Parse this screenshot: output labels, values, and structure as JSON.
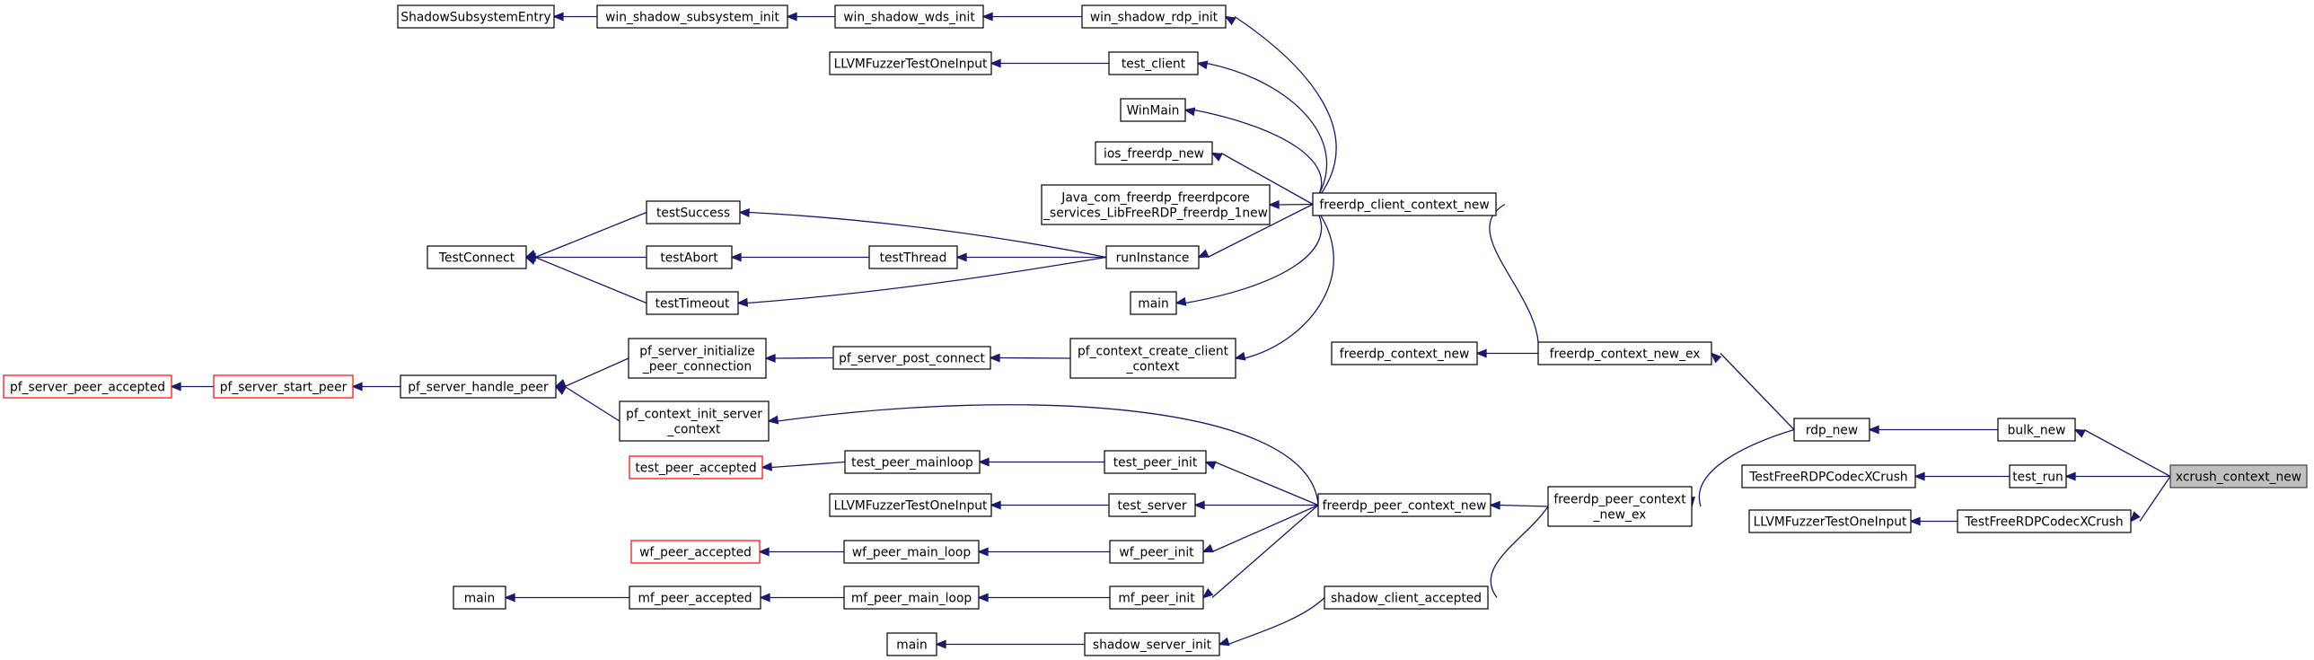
{
  "colors": {
    "edge": "#191970",
    "node_border": "#000000",
    "node_border_truncated": "#ff0000",
    "root_fill": "#bfbfbf",
    "root_border": "#404040",
    "background": "#ffffff"
  },
  "nodes": [
    {
      "id": "xcrush_context_new",
      "lines": [
        "xcrush_context_new"
      ],
      "style": "root"
    },
    {
      "id": "bulk_new",
      "lines": [
        "bulk_new"
      ],
      "style": "normal"
    },
    {
      "id": "test_run",
      "lines": [
        "test_run"
      ],
      "style": "normal"
    },
    {
      "id": "TestFreeRDPCodecXCrush_a",
      "lines": [
        "TestFreeRDPCodecXCrush"
      ],
      "style": "normal"
    },
    {
      "id": "TestFreeRDPCodecXCrush_b",
      "lines": [
        "TestFreeRDPCodecXCrush"
      ],
      "style": "normal"
    },
    {
      "id": "LLVMFuzzerTestOneInput_c",
      "lines": [
        "LLVMFuzzerTestOneInput"
      ],
      "style": "normal"
    },
    {
      "id": "rdp_new",
      "lines": [
        "rdp_new"
      ],
      "style": "normal"
    },
    {
      "id": "freerdp_context_new_ex",
      "lines": [
        "freerdp_context_new_ex"
      ],
      "style": "normal"
    },
    {
      "id": "freerdp_peer_context_new_ex",
      "lines": [
        "freerdp_peer_context",
        "_new_ex"
      ],
      "style": "normal"
    },
    {
      "id": "freerdp_context_new",
      "lines": [
        "freerdp_context_new"
      ],
      "style": "normal"
    },
    {
      "id": "freerdp_client_context_new",
      "lines": [
        "freerdp_client_context_new"
      ],
      "style": "normal"
    },
    {
      "id": "freerdp_peer_context_new",
      "lines": [
        "freerdp_peer_context_new"
      ],
      "style": "normal"
    },
    {
      "id": "shadow_client_accepted",
      "lines": [
        "shadow_client_accepted"
      ],
      "style": "normal"
    },
    {
      "id": "win_shadow_rdp_init",
      "lines": [
        "win_shadow_rdp_init"
      ],
      "style": "normal"
    },
    {
      "id": "win_shadow_wds_init",
      "lines": [
        "win_shadow_wds_init"
      ],
      "style": "normal"
    },
    {
      "id": "win_shadow_subsystem_init",
      "lines": [
        "win_shadow_subsystem_init"
      ],
      "style": "normal"
    },
    {
      "id": "ShadowSubsystemEntry",
      "lines": [
        "ShadowSubsystemEntry"
      ],
      "style": "normal"
    },
    {
      "id": "test_client",
      "lines": [
        "test_client"
      ],
      "style": "normal"
    },
    {
      "id": "LLVMFuzzerTestOneInput_a",
      "lines": [
        "LLVMFuzzerTestOneInput"
      ],
      "style": "normal"
    },
    {
      "id": "WinMain",
      "lines": [
        "WinMain"
      ],
      "style": "normal"
    },
    {
      "id": "ios_freerdp_new",
      "lines": [
        "ios_freerdp_new"
      ],
      "style": "normal"
    },
    {
      "id": "Java_com",
      "lines": [
        "Java_com_freerdp_freerdpcore",
        "_services_LibFreeRDP_freerdp_1new"
      ],
      "style": "normal"
    },
    {
      "id": "runInstance",
      "lines": [
        "runInstance"
      ],
      "style": "normal"
    },
    {
      "id": "main_a",
      "lines": [
        "main"
      ],
      "style": "normal"
    },
    {
      "id": "pf_context_create_client_context",
      "lines": [
        "pf_context_create_client",
        "_context"
      ],
      "style": "normal"
    },
    {
      "id": "testSuccess",
      "lines": [
        "testSuccess"
      ],
      "style": "normal"
    },
    {
      "id": "testAbort",
      "lines": [
        "testAbort"
      ],
      "style": "normal"
    },
    {
      "id": "testThread",
      "lines": [
        "testThread"
      ],
      "style": "normal"
    },
    {
      "id": "testTimeout",
      "lines": [
        "testTimeout"
      ],
      "style": "normal"
    },
    {
      "id": "TestConnect",
      "lines": [
        "TestConnect"
      ],
      "style": "normal"
    },
    {
      "id": "pf_server_post_connect",
      "lines": [
        "pf_server_post_connect"
      ],
      "style": "normal"
    },
    {
      "id": "pf_server_initialize_peer_connection",
      "lines": [
        "pf_server_initialize",
        "_peer_connection"
      ],
      "style": "normal"
    },
    {
      "id": "pf_server_handle_peer",
      "lines": [
        "pf_server_handle_peer"
      ],
      "style": "normal"
    },
    {
      "id": "pf_server_start_peer",
      "lines": [
        "pf_server_start_peer"
      ],
      "style": "truncated"
    },
    {
      "id": "pf_server_peer_accepted",
      "lines": [
        "pf_server_peer_accepted"
      ],
      "style": "truncated"
    },
    {
      "id": "pf_context_init_server_context",
      "lines": [
        "pf_context_init_server",
        "_context"
      ],
      "style": "normal"
    },
    {
      "id": "test_peer_init",
      "lines": [
        "test_peer_init"
      ],
      "style": "normal"
    },
    {
      "id": "test_peer_mainloop",
      "lines": [
        "test_peer_mainloop"
      ],
      "style": "normal"
    },
    {
      "id": "test_peer_accepted",
      "lines": [
        "test_peer_accepted"
      ],
      "style": "truncated"
    },
    {
      "id": "test_server",
      "lines": [
        "test_server"
      ],
      "style": "normal"
    },
    {
      "id": "LLVMFuzzerTestOneInput_b",
      "lines": [
        "LLVMFuzzerTestOneInput"
      ],
      "style": "normal"
    },
    {
      "id": "wf_peer_init",
      "lines": [
        "wf_peer_init"
      ],
      "style": "normal"
    },
    {
      "id": "wf_peer_main_loop",
      "lines": [
        "wf_peer_main_loop"
      ],
      "style": "normal"
    },
    {
      "id": "wf_peer_accepted",
      "lines": [
        "wf_peer_accepted"
      ],
      "style": "truncated"
    },
    {
      "id": "mf_peer_init",
      "lines": [
        "mf_peer_init"
      ],
      "style": "normal"
    },
    {
      "id": "mf_peer_main_loop",
      "lines": [
        "mf_peer_main_loop"
      ],
      "style": "normal"
    },
    {
      "id": "mf_peer_accepted",
      "lines": [
        "mf_peer_accepted"
      ],
      "style": "normal"
    },
    {
      "id": "main_b",
      "lines": [
        "main"
      ],
      "style": "normal"
    },
    {
      "id": "shadow_server_init",
      "lines": [
        "shadow_server_init"
      ],
      "style": "normal"
    },
    {
      "id": "main_c",
      "lines": [
        "main"
      ],
      "style": "normal"
    }
  ],
  "edges": [
    {
      "from": "bulk_new",
      "to": "xcrush_context_new"
    },
    {
      "from": "test_run",
      "to": "xcrush_context_new"
    },
    {
      "from": "TestFreeRDPCodecXCrush_b",
      "to": "xcrush_context_new"
    },
    {
      "from": "rdp_new",
      "to": "bulk_new"
    },
    {
      "from": "TestFreeRDPCodecXCrush_a",
      "to": "test_run"
    },
    {
      "from": "LLVMFuzzerTestOneInput_c",
      "to": "TestFreeRDPCodecXCrush_b"
    },
    {
      "from": "freerdp_context_new_ex",
      "to": "rdp_new"
    },
    {
      "from": "freerdp_peer_context_new_ex",
      "to": "rdp_new"
    },
    {
      "from": "freerdp_context_new",
      "to": "freerdp_context_new_ex"
    },
    {
      "from": "freerdp_client_context_new",
      "to": "freerdp_context_new_ex"
    },
    {
      "from": "freerdp_peer_context_new",
      "to": "freerdp_peer_context_new_ex"
    },
    {
      "from": "shadow_client_accepted",
      "to": "freerdp_peer_context_new_ex"
    },
    {
      "from": "win_shadow_rdp_init",
      "to": "freerdp_client_context_new"
    },
    {
      "from": "test_client",
      "to": "freerdp_client_context_new"
    },
    {
      "from": "WinMain",
      "to": "freerdp_client_context_new"
    },
    {
      "from": "ios_freerdp_new",
      "to": "freerdp_client_context_new"
    },
    {
      "from": "Java_com",
      "to": "freerdp_client_context_new"
    },
    {
      "from": "runInstance",
      "to": "freerdp_client_context_new"
    },
    {
      "from": "main_a",
      "to": "freerdp_client_context_new"
    },
    {
      "from": "pf_context_create_client_context",
      "to": "freerdp_client_context_new"
    },
    {
      "from": "win_shadow_wds_init",
      "to": "win_shadow_rdp_init"
    },
    {
      "from": "win_shadow_subsystem_init",
      "to": "win_shadow_wds_init"
    },
    {
      "from": "ShadowSubsystemEntry",
      "to": "win_shadow_subsystem_init"
    },
    {
      "from": "LLVMFuzzerTestOneInput_a",
      "to": "test_client"
    },
    {
      "from": "testSuccess",
      "to": "runInstance"
    },
    {
      "from": "testThread",
      "to": "runInstance"
    },
    {
      "from": "testTimeout",
      "to": "runInstance"
    },
    {
      "from": "testAbort",
      "to": "testThread"
    },
    {
      "from": "TestConnect",
      "to": "testSuccess"
    },
    {
      "from": "TestConnect",
      "to": "testAbort"
    },
    {
      "from": "TestConnect",
      "to": "testTimeout"
    },
    {
      "from": "pf_server_post_connect",
      "to": "pf_context_create_client_context"
    },
    {
      "from": "pf_server_initialize_peer_connection",
      "to": "pf_server_post_connect"
    },
    {
      "from": "pf_server_handle_peer",
      "to": "pf_server_initialize_peer_connection"
    },
    {
      "from": "pf_server_handle_peer",
      "to": "pf_context_init_server_context"
    },
    {
      "from": "pf_server_start_peer",
      "to": "pf_server_handle_peer"
    },
    {
      "from": "pf_server_peer_accepted",
      "to": "pf_server_start_peer"
    },
    {
      "from": "pf_context_init_server_context",
      "to": "freerdp_peer_context_new"
    },
    {
      "from": "test_peer_init",
      "to": "freerdp_peer_context_new"
    },
    {
      "from": "test_server",
      "to": "freerdp_peer_context_new"
    },
    {
      "from": "wf_peer_init",
      "to": "freerdp_peer_context_new"
    },
    {
      "from": "mf_peer_init",
      "to": "freerdp_peer_context_new"
    },
    {
      "from": "test_peer_mainloop",
      "to": "test_peer_init"
    },
    {
      "from": "test_peer_accepted",
      "to": "test_peer_mainloop"
    },
    {
      "from": "LLVMFuzzerTestOneInput_b",
      "to": "test_server"
    },
    {
      "from": "wf_peer_main_loop",
      "to": "wf_peer_init"
    },
    {
      "from": "wf_peer_accepted",
      "to": "wf_peer_main_loop"
    },
    {
      "from": "mf_peer_main_loop",
      "to": "mf_peer_init"
    },
    {
      "from": "mf_peer_accepted",
      "to": "mf_peer_main_loop"
    },
    {
      "from": "main_b",
      "to": "mf_peer_accepted"
    },
    {
      "from": "shadow_server_init",
      "to": "shadow_client_accepted"
    },
    {
      "from": "main_c",
      "to": "shadow_server_init"
    }
  ]
}
